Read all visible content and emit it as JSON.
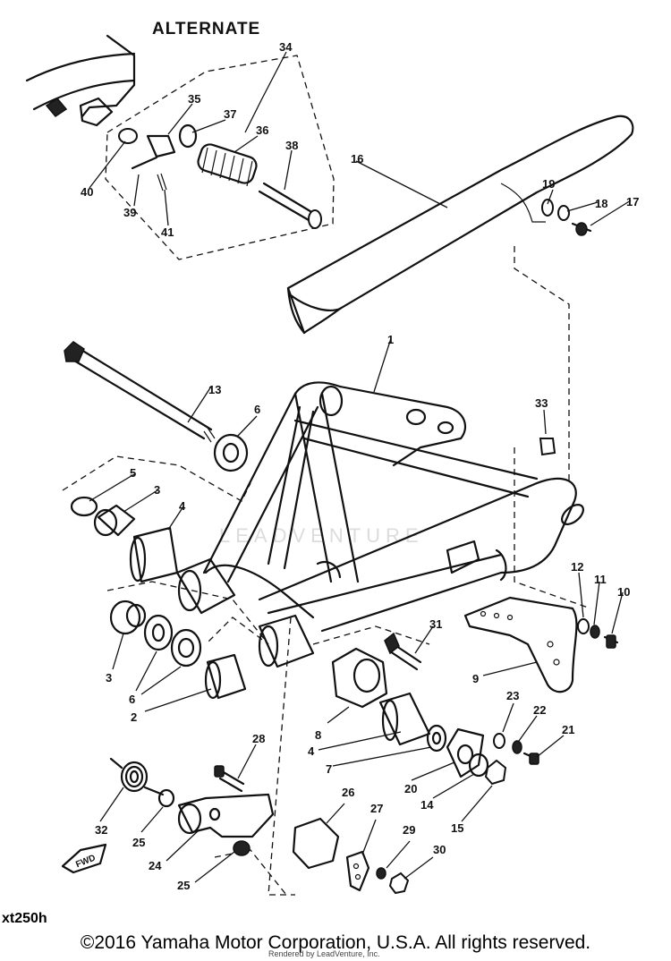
{
  "diagram": {
    "header": "ALTERNATE",
    "watermark": "LEADVENTURE",
    "fwd_arrow": "FWD",
    "labels": {
      "p1": "1",
      "p2": "2",
      "p3a": "3",
      "p3b": "3",
      "p4a": "4",
      "p4b": "4",
      "p5": "5",
      "p6a": "6",
      "p6b": "6",
      "p7": "7",
      "p8": "8",
      "p9": "9",
      "p10": "10",
      "p11": "11",
      "p12": "12",
      "p13": "13",
      "p14": "14",
      "p15": "15",
      "p16": "16",
      "p17": "17",
      "p18": "18",
      "p19": "19",
      "p20": "20",
      "p21": "21",
      "p22": "22",
      "p23": "23",
      "p24": "24",
      "p25a": "25",
      "p25b": "25",
      "p26": "26",
      "p27": "27",
      "p28": "28",
      "p29": "29",
      "p30": "30",
      "p31": "31",
      "p32": "32",
      "p33": "33",
      "p34": "34",
      "p35": "35",
      "p36": "36",
      "p37": "37",
      "p38": "38",
      "p39": "39",
      "p40": "40",
      "p41": "41"
    }
  },
  "footer": {
    "model_code": "xt250h",
    "copyright": "©2016 Yamaha Motor Corporation, U.S.A. All rights reserved.",
    "rendered_by": "Rendered by LeadVenture, Inc."
  }
}
